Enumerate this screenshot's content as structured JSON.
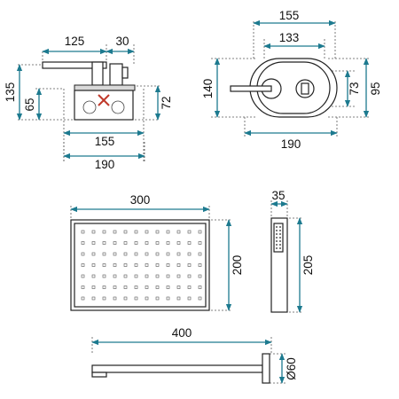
{
  "colors": {
    "dimension_line": "#1d7a8f",
    "part_outline": "#222222",
    "valve_mark": "#c0392b",
    "background": "#ffffff"
  },
  "mixer_side": {
    "top_dim_1": "125",
    "top_dim_2": "30",
    "left_dim_outer": "135",
    "left_dim_inner": "65",
    "right_dim": "72",
    "bottom_dim_inner": "155",
    "bottom_dim_outer": "190"
  },
  "mixer_front": {
    "top_dim_outer": "155",
    "top_dim_inner": "133",
    "left_dim": "140",
    "right_dim_inner": "73",
    "right_dim_outer": "95",
    "bottom_dim": "190"
  },
  "rain_head": {
    "width_dim": "300",
    "height_dim": "200"
  },
  "hand_shower": {
    "width_dim": "35",
    "height_dim": "205"
  },
  "shower_arm": {
    "length_dim": "400",
    "diameter_dim": "Ø60"
  }
}
